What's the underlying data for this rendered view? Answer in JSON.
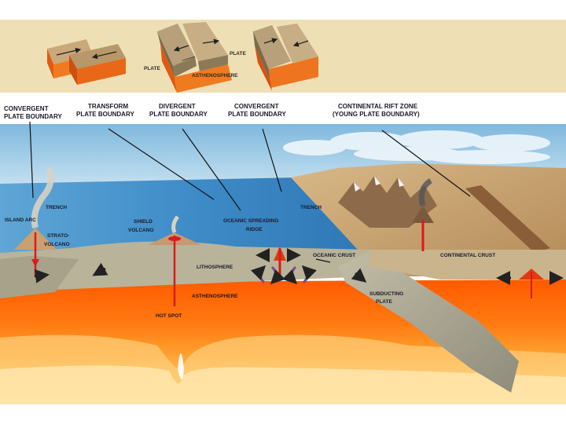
{
  "top_panel": {
    "labels": {
      "plate": "PLATE",
      "plate_left": "PLATE",
      "asthenosphere": "ASTHENOSPHERE"
    }
  },
  "header_labels": {
    "convergent_1": [
      "CONVERGENT",
      "PLATE BOUNDARY"
    ],
    "transform": [
      "TRANSFORM",
      "PLATE BOUNDARY"
    ],
    "divergent": [
      "DIVERGENT",
      "PLATE BOUNDARY"
    ],
    "convergent_2": [
      "CONVERGENT",
      "PLATE BOUNDARY"
    ],
    "rift": [
      "CONTINENTAL RIFT ZONE",
      "(YOUNG PLATE BOUNDARY)"
    ]
  },
  "scene_labels": {
    "trench_left": "TRENCH",
    "island_arc": "ISLAND ARC",
    "strato_volcano": [
      "STRATO-",
      "VOLCANO"
    ],
    "shield_volcano": [
      "SHIELD",
      "VOLCANO"
    ],
    "spreading_ridge": [
      "OCEANIC SPREADING",
      "RIDGE"
    ],
    "trench_right": "TRENCH",
    "oceanic_crust": "OCEANIC CRUST",
    "continental_crust": "CONTINENTAL CRUST",
    "lithosphere": "LITHOSPHERE",
    "asthenosphere": "ASTHENOSPHERE",
    "hot_spot": "HOT SPOT",
    "subducting_plate": [
      "SUBDUCTING",
      "PLATE"
    ]
  },
  "colors": {
    "top_band": "#efdfb4",
    "ocean": "#3f8cc8",
    "sky": "#a9d3ec",
    "lithosphere": "#b9b39a",
    "asthenosphere": "#ff5a00",
    "mantle_light": "#ffb24a",
    "arrow": "#222222",
    "magma": "#d81c1c"
  },
  "icons": [
    "arrow-icon",
    "convection-arrow-icon",
    "magma-plume-icon",
    "volcano-icon"
  ]
}
